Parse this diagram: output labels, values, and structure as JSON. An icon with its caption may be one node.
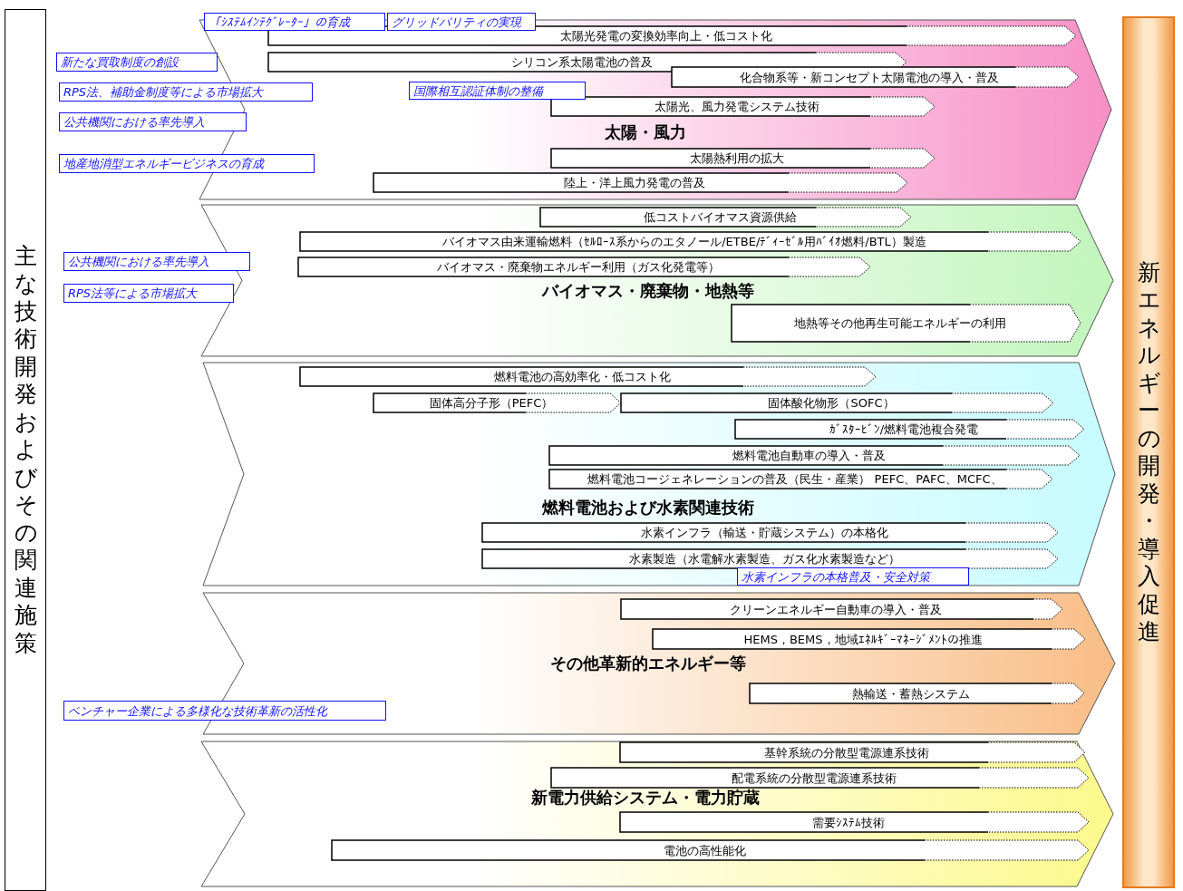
{
  "diagram": {
    "nodes": [
      {
        "text": [
          "主な技術開発およびその関連施策"
        ]
      },
      {
        "text": [
          "新エネルギーの開発・導入促進"
        ]
      },
      {
        "text": [
          "「ｼｽﾃﾑｲﾝﾃｸﾞﾚｰﾀｰ」の育成"
        ]
      },
      {
        "text": [
          "グリッドパリティの実現"
        ]
      },
      {
        "text": [
          "新たな買取制度の創設"
        ]
      },
      {
        "text": [
          "RPS法、補助金制度等による市場拡大"
        ]
      },
      {
        "text": [
          "公共機関における率先導入"
        ]
      },
      {
        "text": [
          "地産地消型エネルギービジネスの育成"
        ]
      },
      {
        "text": [
          "太陽・風力"
        ]
      },
      {
        "text": [
          "太陽光発電の変換効率向上・低コスト化"
        ],
        "in": 8
      },
      {
        "text": [
          "シリコン系太陽電池の普及"
        ],
        "in": 8
      },
      {
        "text": [
          "化合物系等・新コンセプト太陽電池の導入・普及"
        ],
        "in": 8
      },
      {
        "text": [
          "国際相互認証体制の整備"
        ],
        "in": 8
      },
      {
        "text": [
          "太陽光、風力発電システム技術"
        ],
        "in": 8
      },
      {
        "text": [
          "太陽熱利用の拡大"
        ],
        "in": 8
      },
      {
        "text": [
          "陸上・洋上風力発電の普及"
        ],
        "in": 8
      },
      {
        "text": [
          "公共機関における率先導入"
        ]
      },
      {
        "text": [
          "RPS法等による市場拡大"
        ]
      },
      {
        "text": [
          "バイオマス・廃棄物・地熱等"
        ]
      },
      {
        "text": [
          "低コストバイオマス資源供給"
        ],
        "in": 18
      },
      {
        "text": [
          "バイオマス由来運輸燃料（ｾﾙﾛｰｽ系からのエタノール/ETBE/ﾃﾞｨｰｾﾞﾙ用ﾊﾞｲｵ燃料/BTL）製造"
        ],
        "in": 18
      },
      {
        "text": [
          "バイオマス・廃棄物エネルギー利用（ガス化発電等）"
        ],
        "in": 18
      },
      {
        "text": [
          "地熱等その他再生可能エネルギーの利用"
        ],
        "in": 18
      },
      {
        "text": [
          "燃料電池および水素関連技術"
        ]
      },
      {
        "text": [
          "燃料電池の高効率化・低コスト化"
        ],
        "in": 23
      },
      {
        "text": [
          "固体高分子形（PEFC）"
        ],
        "in": 23
      },
      {
        "text": [
          "固体酸化物形（SOFC）"
        ],
        "in": 23
      },
      {
        "text": [
          "ｶﾞｽﾀｰﾋﾞﾝ/燃料電池複合発電"
        ],
        "in": 23
      },
      {
        "text": [
          "燃料電池自動車の導入・普及"
        ],
        "in": 23
      },
      {
        "text": [
          "燃料電池コージェネレーションの普及（民生・産業） PEFC、PAFC、MCFC、"
        ],
        "in": 23
      },
      {
        "text": [
          "水素インフラ（輸送・貯蔵システム）の本格化"
        ],
        "in": 23
      },
      {
        "text": [
          "水素製造（水電解水素製造、ガス化水素製造など）"
        ],
        "in": 23
      },
      {
        "text": [
          "水素インフラの本格普及・安全対策"
        ],
        "in": 23
      },
      {
        "text": [
          "ベンチャー企業による多様化な技術革新の活性化"
        ]
      },
      {
        "text": [
          "その他革新的エネルギー等"
        ]
      },
      {
        "text": [
          "クリーンエネルギー自動車の導入・普及"
        ],
        "in": 34
      },
      {
        "text": [
          "HEMS，BEMS，地域ｴﾈﾙｷﾞｰﾏﾈｰｼﾞﾒﾝﾄの推進"
        ],
        "in": 34
      },
      {
        "text": [
          "熱輸送・蓄熱システム"
        ],
        "in": 34
      },
      {
        "text": [
          "新電力供給システム・電力貯蔵"
        ]
      },
      {
        "text": [
          "基幹系統の分散型電源連系技術"
        ],
        "in": 38
      },
      {
        "text": [
          "配電系統の分散型電源連系技術"
        ],
        "in": 38
      },
      {
        "text": [
          "需要ｼｽﾃﾑ技術"
        ],
        "in": 38
      },
      {
        "text": [
          "電池の高性能化"
        ],
        "in": 38
      }
    ]
  }
}
